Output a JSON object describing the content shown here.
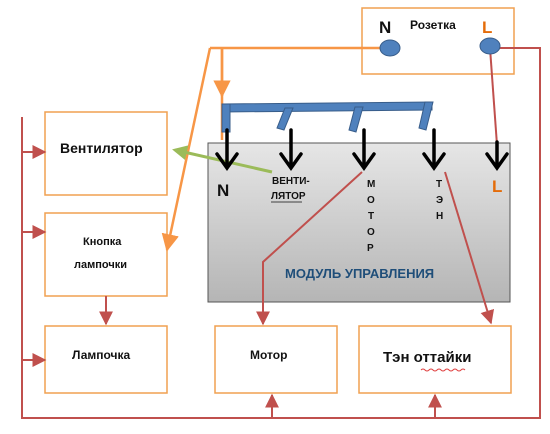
{
  "boxes": {
    "socket": "Розетка",
    "ventilator": "Вентилятор",
    "lamp_button_line1": "Кнопка",
    "lamp_button_line2": "лампочки",
    "lamp": "Лампочка",
    "motor": "Мотор",
    "defrost_heater": "Тэн оттайки"
  },
  "module": {
    "title": "МОДУЛЬ УПРАВЛЕНИЯ",
    "pin_n": "N",
    "pin_l": "L",
    "vent_line1": "ВЕНТИ-",
    "vent_line2": "ЛЯТОР",
    "motor_letters": [
      "М",
      "О",
      "Т",
      "О",
      "Р"
    ],
    "ten_letters": [
      "Т",
      "Э",
      "Н"
    ]
  },
  "socket_pins": {
    "n": "N",
    "l": "L"
  },
  "colors": {
    "box_border": "#f0a050",
    "red_wire": "#c0504d",
    "orange_wire": "#f79646",
    "green_wire": "#9bbb59",
    "blue_bus": "#4f81bd",
    "blue_bus_dark": "#385d8a",
    "module_fill_top": "#e4e4e4",
    "module_fill_bottom": "#b8b8b8",
    "module_text": "#1f4e79",
    "l_text": "#e46c0a"
  }
}
